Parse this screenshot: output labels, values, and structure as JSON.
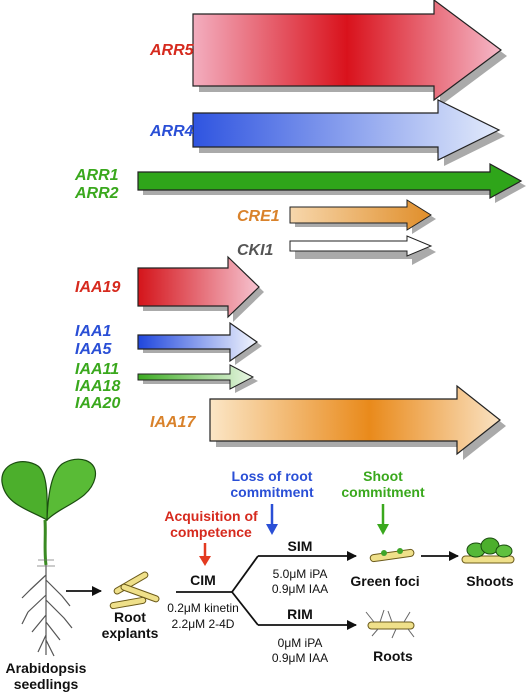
{
  "genes": {
    "arr5": "ARR5",
    "arr4": "ARR4",
    "arr1": "ARR1",
    "arr2": "ARR2",
    "cre1": "CRE1",
    "cki1": "CKI1",
    "iaa19": "IAA19",
    "iaa1": "IAA1",
    "iaa5": "IAA5",
    "iaa11": "IAA11",
    "iaa18": "IAA18",
    "iaa20": "IAA20",
    "iaa17": "IAA17"
  },
  "flow": {
    "seedlings_1": "Arabidopsis",
    "seedlings_2": "seedlings",
    "explants_1": "Root",
    "explants_2": "explants",
    "cim": "CIM",
    "cim_cond_1": "0.2μM kinetin",
    "cim_cond_2": "2.2μM 2-4D",
    "sim": "SIM",
    "sim_cond_1": "5.0μM iPA",
    "sim_cond_2": "0.9μM IAA",
    "rim": "RIM",
    "rim_cond_1": "0μM iPA",
    "rim_cond_2": "0.9μM IAA",
    "green_foci": "Green foci",
    "shoots": "Shoots",
    "roots": "Roots"
  },
  "annotations": {
    "competence_1": "Acquisition of",
    "competence_2": "competence",
    "loss_1": "Loss of root",
    "loss_2": "commitment",
    "shoot_1": "Shoot",
    "shoot_2": "commitment"
  },
  "colors": {
    "red": "#d62a1e",
    "blue": "#2a4fd6",
    "green": "#3aa81d",
    "orange": "#d9822b",
    "grey": "#555555"
  }
}
